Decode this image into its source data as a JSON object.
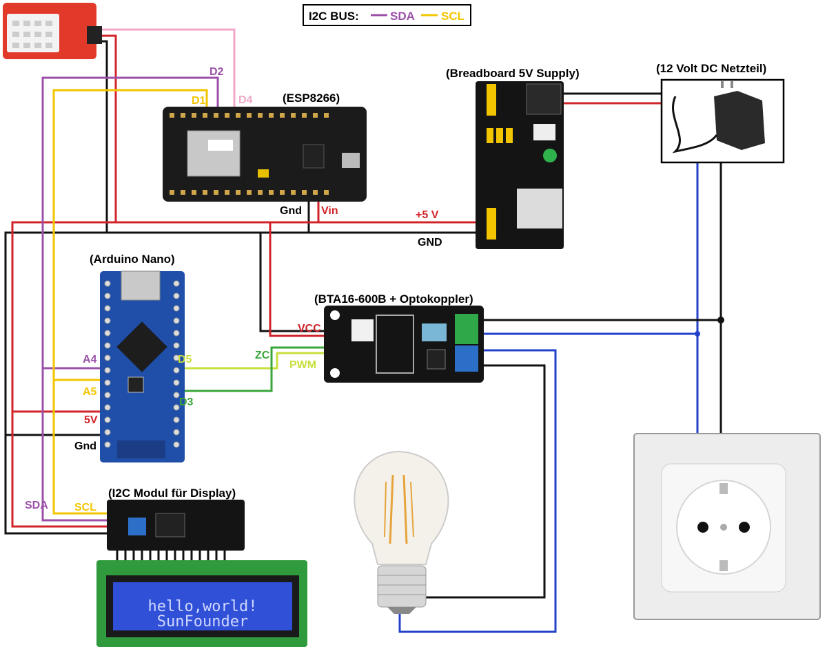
{
  "legend": {
    "title": "I2C BUS:",
    "sda": "SDA",
    "scl": "SCL"
  },
  "modules": {
    "esp": "(ESP8266)",
    "breadboard": "(Breadboard 5V Supply)",
    "netzteil": "(12 Volt DC Netzteil)",
    "nano": "(Arduino Nano)",
    "bta": "(BTA16-600B + Optokoppler)",
    "i2c": "(I2C Modul für Display)"
  },
  "pins": {
    "d2": "D2",
    "d1": "D1",
    "d4": "D4",
    "esp_gnd": "Gnd",
    "esp_vin": "Vin",
    "plus5v": "+5 V",
    "gnd": "GND",
    "vcc": "VCC",
    "zc": "ZC",
    "pwm": "PWM",
    "a4": "A4",
    "a5": "A5",
    "d5": "D5",
    "d3": "D3",
    "nano_5v": "5V",
    "nano_gnd": "Gnd",
    "sda": "SDA",
    "scl": "SCL"
  },
  "lcd": {
    "line1": "hello,world!",
    "line2": "SunFounder"
  },
  "colors": {
    "sda": "#9b4fa8",
    "scl": "#f2c500",
    "power": "#d1232a",
    "ground": "#111111",
    "d4": "#f0a8c8",
    "pwm": "#c8df3c",
    "zc": "#3aa53a",
    "mains": "#2142c8"
  }
}
